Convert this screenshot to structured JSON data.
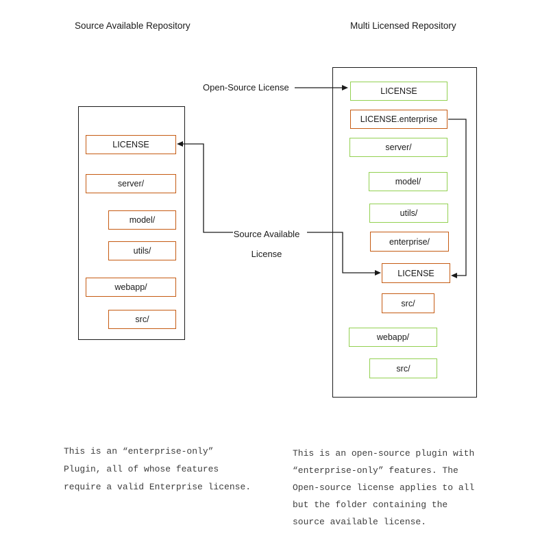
{
  "diagram": {
    "colors": {
      "source_available_border": "#C55A11",
      "open_source_border": "#92D050",
      "line_color": "#1a1a1a"
    },
    "left_repo": {
      "title": "Source Available Repository",
      "items": [
        {
          "label": "LICENSE",
          "license": "source-available",
          "indent": 0
        },
        {
          "label": "server/",
          "license": "source-available",
          "indent": 0
        },
        {
          "label": "model/",
          "license": "source-available",
          "indent": 1
        },
        {
          "label": "utils/",
          "license": "source-available",
          "indent": 1
        },
        {
          "label": "webapp/",
          "license": "source-available",
          "indent": 0
        },
        {
          "label": "src/",
          "license": "source-available",
          "indent": 1
        }
      ]
    },
    "right_repo": {
      "title": "Multi Licensed Repository",
      "items": [
        {
          "label": "LICENSE",
          "license": "open-source",
          "indent": 0
        },
        {
          "label": "LICENSE.enterprise",
          "license": "source-available",
          "indent": 0
        },
        {
          "label": "server/",
          "license": "open-source",
          "indent": 0
        },
        {
          "label": "model/",
          "license": "open-source",
          "indent": 1
        },
        {
          "label": "utils/",
          "license": "open-source",
          "indent": 1
        },
        {
          "label": "enterprise/",
          "license": "source-available",
          "indent": 1
        },
        {
          "label": "LICENSE",
          "license": "source-available",
          "indent": 2
        },
        {
          "label": "src/",
          "license": "source-available",
          "indent": 2
        },
        {
          "label": "webapp/",
          "license": "open-source",
          "indent": 0
        },
        {
          "label": "src/",
          "license": "open-source",
          "indent": 1
        }
      ]
    },
    "connector_labels": {
      "open_source": "Open-Source License",
      "source_available_line1": "Source Available",
      "source_available_line2": "License"
    }
  },
  "notes": {
    "left": {
      "lines": [
        "This is an “enterprise-only”",
        "Plugin, all of whose features",
        "require a valid Enterprise license."
      ]
    },
    "right": {
      "lines": [
        "This is an open-source plugin with",
        "“enterprise-only” features. The",
        "Open-source license applies to all",
        "but the folder containing the",
        "source available license."
      ]
    }
  }
}
